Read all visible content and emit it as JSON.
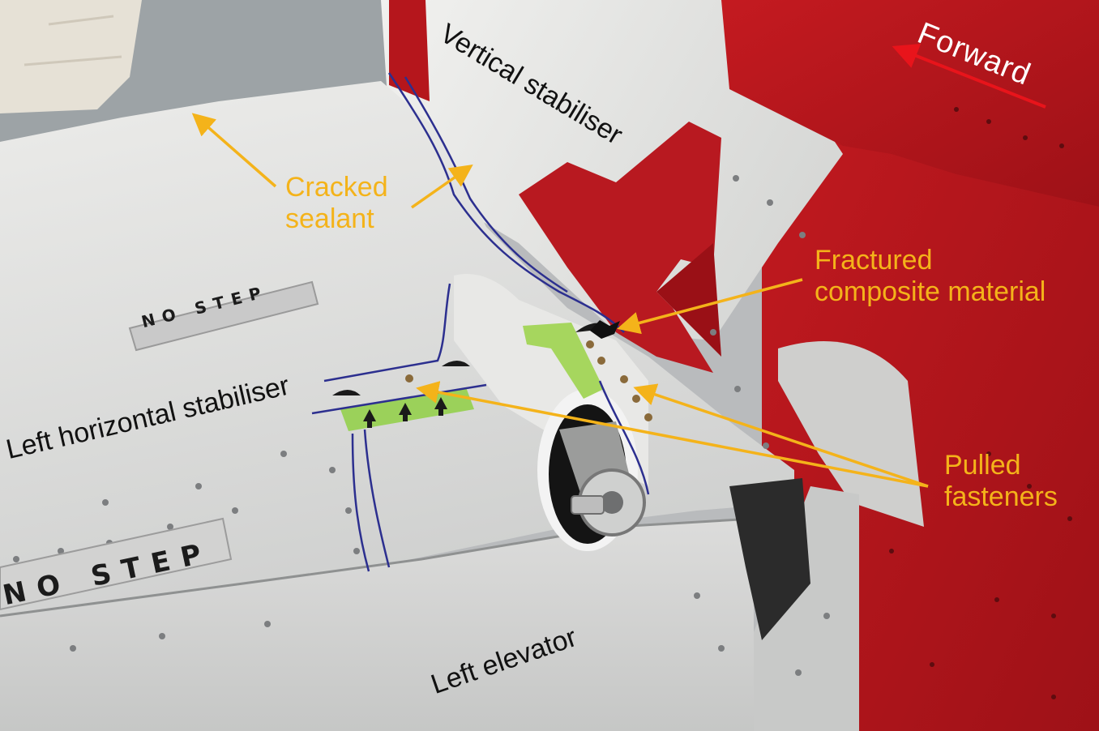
{
  "labels": {
    "vertical_stabiliser": "Vertical stabiliser",
    "forward": "Forward",
    "cracked_sealant": "Cracked\nsealant",
    "fractured_composite": "Fractured\ncomposite material",
    "left_horizontal_stabiliser": "Left horizontal stabiliser",
    "pulled_fasteners": "Pulled\nfasteners",
    "left_elevator": "Left elevator"
  },
  "stencils": {
    "no_step_upper": "NO STEP",
    "no_step_lower": "NO STEP"
  },
  "colors": {
    "annotation_yellow": "#f4b31a",
    "forward_arrow_red": "#e8141b",
    "livery_red": "#b5161c",
    "panel_white": "#e4e4e2",
    "tape_green": "#9bd15a"
  }
}
